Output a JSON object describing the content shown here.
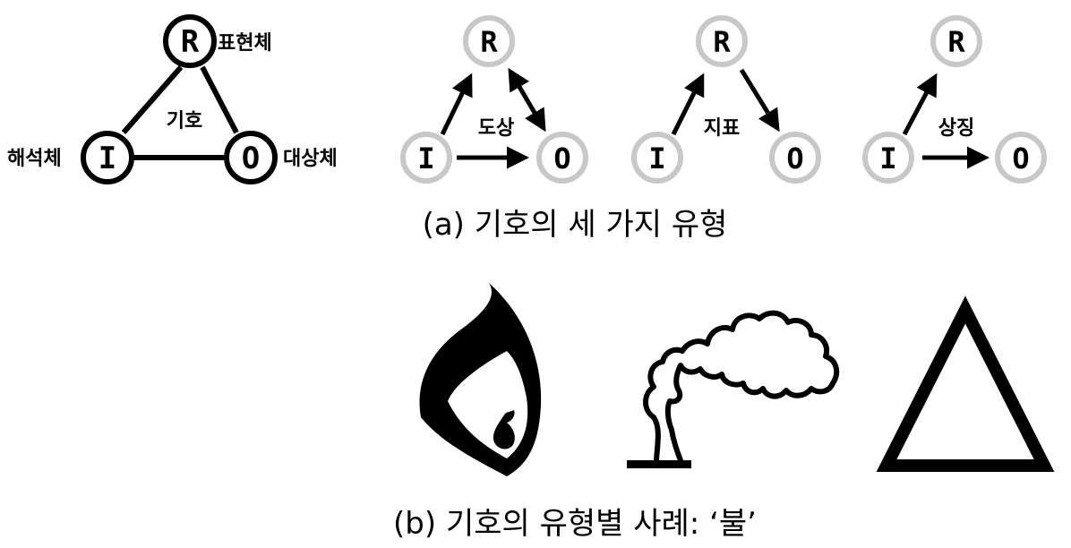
{
  "colors": {
    "ink": "#000000",
    "muted_node": "#c8c8c8",
    "background": "#ffffff"
  },
  "triad": {
    "center_label": "기호",
    "nodes": {
      "representamen": {
        "letter": "R",
        "label": "표현체"
      },
      "interpretant": {
        "letter": "I",
        "label": "해석체"
      },
      "object": {
        "letter": "O",
        "label": "대상체"
      }
    }
  },
  "types": [
    {
      "name": "도상",
      "letters": {
        "r": "R",
        "i": "I",
        "o": "O"
      }
    },
    {
      "name": "지표",
      "letters": {
        "r": "R",
        "i": "I",
        "o": "O"
      }
    },
    {
      "name": "상징",
      "letters": {
        "r": "R",
        "i": "I",
        "o": "O"
      }
    }
  ],
  "captions": {
    "a": "(a) 기호의 세 가지 유형",
    "b": "(b) 기호의 유형별 사례: ‘불’"
  },
  "examples": [
    {
      "icon": "flame-icon"
    },
    {
      "icon": "smoke-icon"
    },
    {
      "icon": "triangle-icon"
    }
  ]
}
